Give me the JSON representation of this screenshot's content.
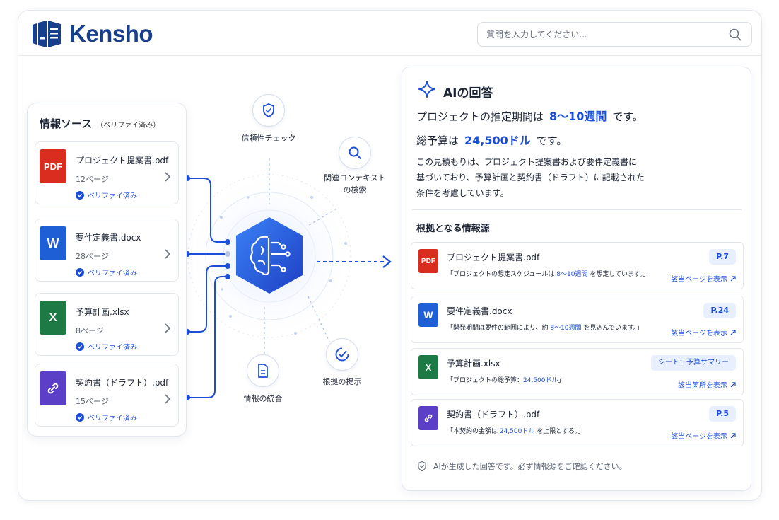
{
  "app": {
    "logo_text": "Kensho",
    "brand_color": "#173f8c",
    "accent_color": "#1d4ed8"
  },
  "search": {
    "placeholder": "質問を入力してください..."
  },
  "sources": {
    "title": "情報ソース",
    "subtitle": "（ベリファイ済み）",
    "items": [
      {
        "icon": "pdf-file-icon",
        "icon_text": "PDF",
        "color": "#d92d20",
        "name": "プロジェクト提案書.pdf",
        "pages": "12ページ",
        "status": "ベリファイ済み"
      },
      {
        "icon": "word-file-icon",
        "icon_text": "W",
        "color": "#1f5fd6",
        "name": "要件定義書.docx",
        "pages": "28ページ",
        "status": "ベリファイ済み"
      },
      {
        "icon": "excel-file-icon",
        "icon_text": "X",
        "color": "#1e7a45",
        "name": "予算計画.xlsx",
        "pages": "8ページ",
        "status": "ベリファイ済み"
      },
      {
        "icon": "link-file-icon",
        "icon_text": "",
        "color": "#5b3fc6",
        "name": "契約書（ドラフト）.pdf",
        "pages": "15ページ",
        "status": "ベリファイ済み"
      }
    ]
  },
  "steps": {
    "trust_check": "信頼性チェック",
    "context_search_1": "関連コンテキスト",
    "context_search_2": "の検索",
    "integration": "情報の統合",
    "evidence": "根拠の提示"
  },
  "answer": {
    "title": "AIの回答",
    "duration_prefix": "プロジェクトの推定期間は",
    "duration_value": "8〜10週間",
    "duration_suffix": "です。",
    "budget_prefix": "総予算は",
    "budget_value": "24,500ドル",
    "budget_suffix": "です。",
    "body_1": "この見積もりは、プロジェクト提案書および要件定義書に",
    "body_2": "基づいており、予算計画と契約書（ドラフト）に記載された",
    "body_3": "条件を考慮しています。",
    "sources_heading": "根拠となる情報源",
    "references": [
      {
        "icon": "pdf-file-icon",
        "icon_text": "PDF",
        "color": "#d92d20",
        "name": "プロジェクト提案書.pdf",
        "quote_pre": "「プロジェクトの想定スケジュールは",
        "quote_hl": "8〜10週間",
        "quote_post": "を想定しています。」",
        "badge": "P.7",
        "link": "該当ページを表示"
      },
      {
        "icon": "word-file-icon",
        "icon_text": "W",
        "color": "#1f5fd6",
        "name": "要件定義書.docx",
        "quote_pre": "「開発期間は要件の範囲により、約",
        "quote_hl": "8〜10週間",
        "quote_post": "を見込んでいます。」",
        "badge": "P.24",
        "link": "該当ページを表示"
      },
      {
        "icon": "excel-file-icon",
        "icon_text": "X",
        "color": "#1e7a45",
        "name": "予算計画.xlsx",
        "quote_pre": "「プロジェクトの総予算：",
        "quote_hl": "24,500ドル",
        "quote_post": "」",
        "badge": "シート：予算サマリー",
        "link": "該当箇所を表示"
      },
      {
        "icon": "link-file-icon",
        "icon_text": "",
        "color": "#5b3fc6",
        "name": "契約書（ドラフト）.pdf",
        "quote_pre": "「本契約の金額は",
        "quote_hl": "24,500ドル",
        "quote_post": "を上限とする。」",
        "badge": "P.5",
        "link": "該当ページを表示"
      }
    ],
    "footer": "AIが生成した回答です。必ず情報源をご確認ください。"
  }
}
